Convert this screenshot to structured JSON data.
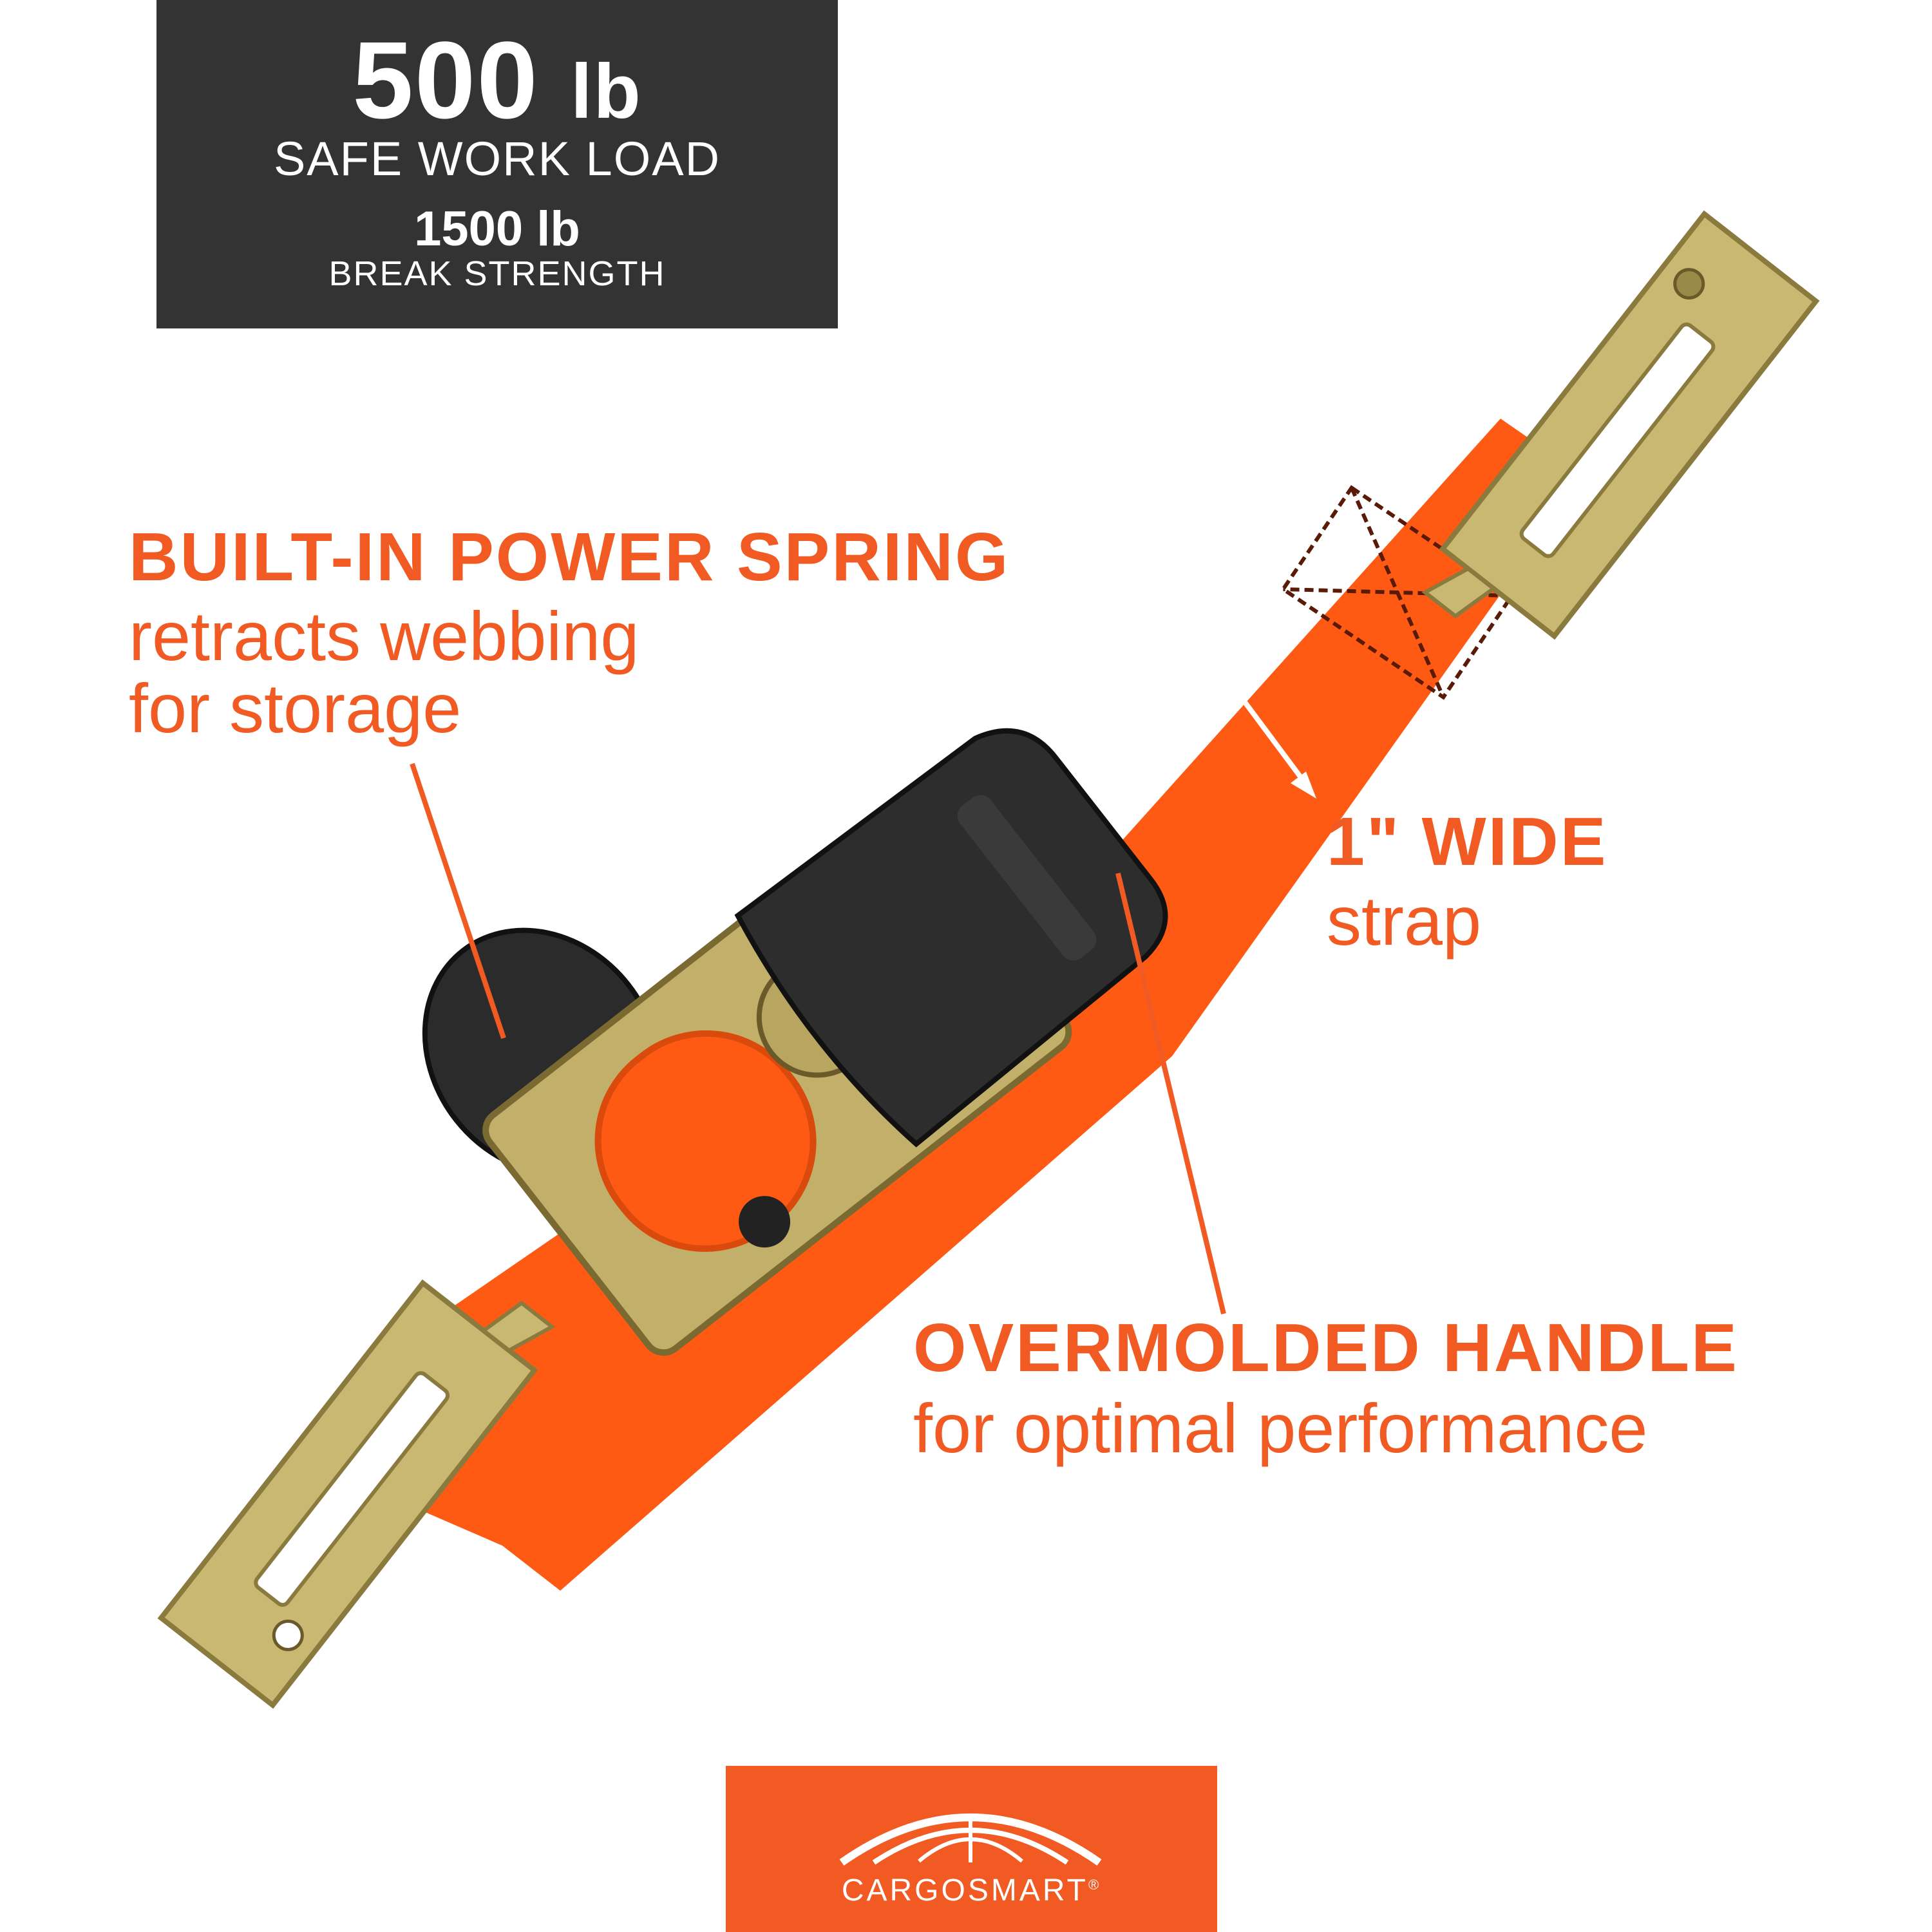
{
  "specs": {
    "safe_work_load_value": "500",
    "safe_work_load_unit": "lb",
    "safe_work_load_label": "SAFE WORK LOAD",
    "break_strength_value": "1500 lb",
    "break_strength_label": "BREAK STRENGTH"
  },
  "callouts": {
    "spring_title": "BUILT-IN POWER SPRING",
    "spring_desc_line1": "retracts webbing",
    "spring_desc_line2": "for storage",
    "width_title": "1\" WIDE",
    "width_desc": "strap",
    "handle_title": "OVERMOLDED HANDLE",
    "handle_desc": "for optimal performance"
  },
  "logo": {
    "brand": "CARGOSMART",
    "registered": "®"
  },
  "colors": {
    "accent": "#f15a22",
    "spec_box": "#333333",
    "strap": "#ff5a14",
    "metal": "#c9b872",
    "housing": "#2d2d2d"
  }
}
